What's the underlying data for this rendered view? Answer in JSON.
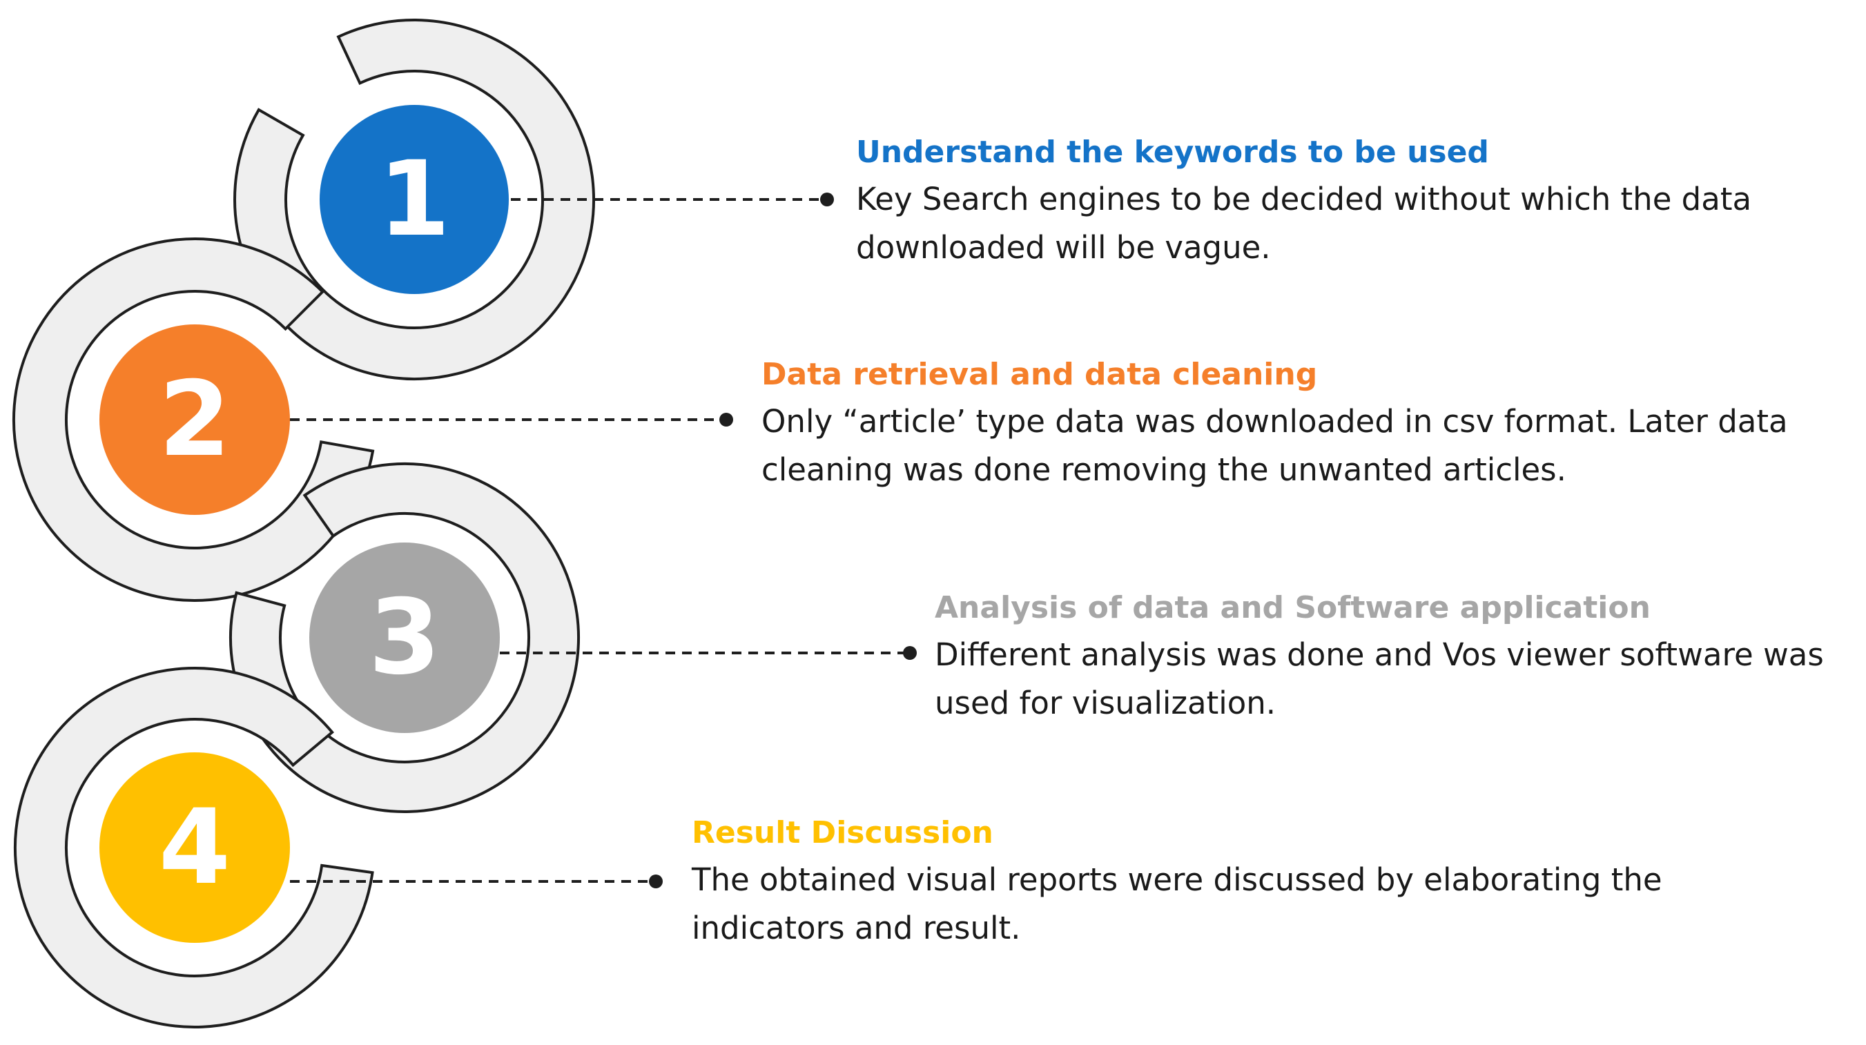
{
  "steps": [
    {
      "number": "1",
      "title": "Understand the keywords to be used",
      "desc_line1": "Key Search engines to be decided without which the data",
      "desc_line2": "downloaded will be vague.",
      "color": "#1473c8"
    },
    {
      "number": "2",
      "title": "Data retrieval and data cleaning",
      "desc_line1": "Only “article’ type data was downloaded in csv format. Later data",
      "desc_line2": "cleaning was done removing the unwanted articles.",
      "color": "#f57f2a"
    },
    {
      "number": "3",
      "title": "Analysis of data and Software application",
      "desc_line1": "Different analysis was done and Vos viewer software was",
      "desc_line2": "used for visualization.",
      "color": "#a6a6a6"
    },
    {
      "number": "4",
      "title": "Result Discussion",
      "desc_line1": "The obtained visual reports were discussed by elaborating the",
      "desc_line2": "indicators and result.",
      "color": "#ffc000"
    }
  ],
  "ring_fill": "#efefef",
  "ring_stroke": "#1e1e1e",
  "connector_color": "#1e1e1e"
}
